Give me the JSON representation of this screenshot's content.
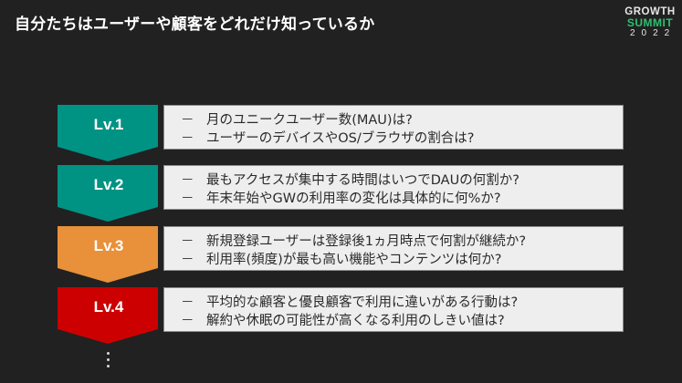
{
  "header": {
    "title": "自分たちはユーザーや顧客をどれだけ知っているか"
  },
  "logo": {
    "line1": "GROWTH",
    "line2": "SUMMIT",
    "line3": "2022"
  },
  "levels": [
    {
      "label": "Lv.1",
      "color": "#009384",
      "questions": [
        "月のユニークユーザー数(MAU)は?",
        "ユーザーのデバイスやOS/ブラウザの割合は?"
      ]
    },
    {
      "label": "Lv.2",
      "color": "#009384",
      "questions": [
        "最もアクセスが集中する時間はいつでDAUの何割か?",
        "年末年始やGWの利用率の変化は具体的に何%か?"
      ]
    },
    {
      "label": "Lv.3",
      "color": "#e8913a",
      "questions": [
        "新規登録ユーザーは登録後1ヵ月時点で何割が継続か?",
        "利用率(頻度)が最も高い機能やコンテンツは何か?"
      ]
    },
    {
      "label": "Lv.4",
      "color": "#cc0000",
      "questions": [
        "平均的な顧客と優良顧客で利用に違いがある行動は?",
        "解約や休眠の可能性が高くなる利用のしきい値は?"
      ]
    }
  ],
  "bullet": "－",
  "continuation": "⋮"
}
